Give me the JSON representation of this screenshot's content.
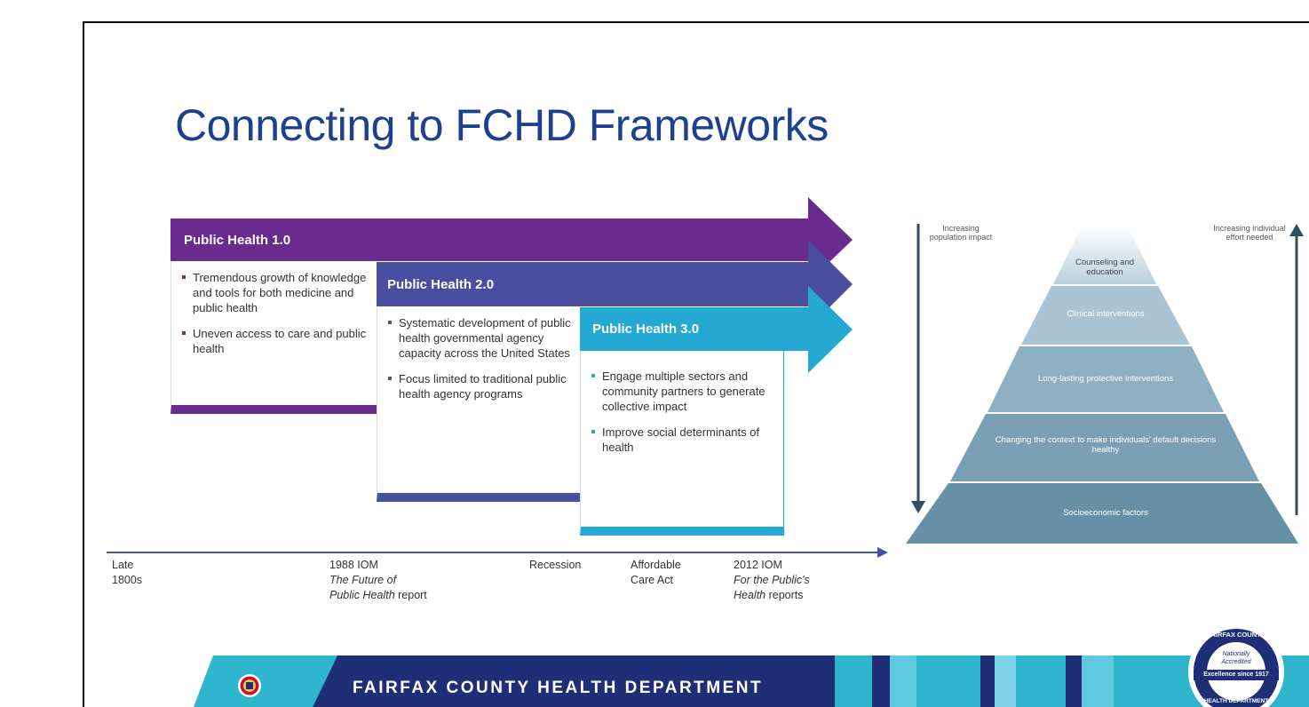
{
  "slide": {
    "title": "Connecting to FCHD Frameworks"
  },
  "phases": [
    {
      "title": "Public Health 1.0",
      "color": "#6a2b8e",
      "bullets": [
        "Tremendous growth of knowledge and tools for both medicine and public health",
        "Uneven access to care and public health"
      ]
    },
    {
      "title": "Public Health 2.0",
      "color": "#4a4ea0",
      "bullets": [
        "Systematic development of public health governmental agency capacity across the United States",
        "Focus limited to traditional public health agency programs"
      ]
    },
    {
      "title": "Public Health 3.0",
      "color": "#24a9d4",
      "bullets": [
        "Engage multiple sectors and community partners to generate collective impact",
        "Improve social determinants of health"
      ]
    }
  ],
  "timeline": [
    {
      "line1": "Late",
      "line2": "1800s",
      "line3": ""
    },
    {
      "line1": "1988 IOM",
      "line2": "The Future of",
      "line3": "Public Health report"
    },
    {
      "line1": "Recession",
      "line2": "",
      "line3": ""
    },
    {
      "line1": "Affordable",
      "line2": "Care Act",
      "line3": ""
    },
    {
      "line1": "2012 IOM",
      "line2": "For the Public's",
      "line3": "Health reports"
    }
  ],
  "pyramid": {
    "left_axis_label": "Increasing population impact",
    "right_axis_label": "Increasing individual effort needed",
    "tiers": [
      "Counseling and education",
      "Clinical interventions",
      "Long-lasting protective interventions",
      "Changing the context to make individuals' default decisions healthy",
      "Socioeconomic factors"
    ]
  },
  "footer": {
    "org_name": "FAIRFAX COUNTY HEALTH DEPARTMENT",
    "seal_text_top": "FAIRFAX COUNTY",
    "seal_text_mid1": "Nationally",
    "seal_text_mid2": "Accredited",
    "seal_text_band": "Excellence since 1917",
    "seal_text_bottom": "HEALTH DEPARTMENT"
  }
}
